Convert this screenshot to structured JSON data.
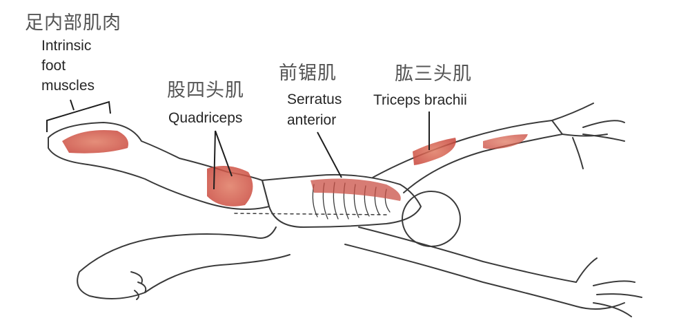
{
  "diagram": {
    "subject": "Yoga pose anatomical illustration with highlighted muscles",
    "colors": {
      "muscle": "#d2574a",
      "outline": "#3a3a3a",
      "zh_text": "#555555",
      "en_text": "#262626",
      "background": "#ffffff"
    },
    "labels": [
      {
        "id": "foot",
        "zh": "足内部肌肉",
        "en_lines": [
          "Intrinsic",
          "foot",
          "muscles"
        ]
      },
      {
        "id": "quadriceps",
        "zh": "股四头肌",
        "en_lines": [
          "Quadriceps"
        ]
      },
      {
        "id": "serratus",
        "zh": "前锯肌",
        "en_lines": [
          "Serratus",
          "anterior"
        ]
      },
      {
        "id": "triceps",
        "zh": "肱三头肌",
        "en_lines": [
          "Triceps brachii"
        ]
      }
    ]
  }
}
